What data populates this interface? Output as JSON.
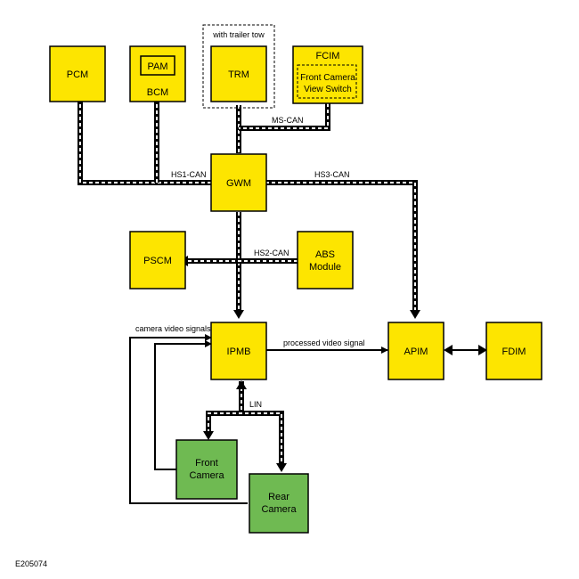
{
  "modules": {
    "pcm": "PCM",
    "pam": "PAM",
    "bcm": "BCM",
    "trm": "TRM",
    "trailer_note": "with trailer tow",
    "fcim": "FCIM",
    "fcvs_line1": "Front Camera",
    "fcvs_line2": "View Switch",
    "gwm": "GWM",
    "pscm": "PSCM",
    "abs_line1": "ABS",
    "abs_line2": "Module",
    "ipmb": "IPMB",
    "apim": "APIM",
    "fdim": "FDIM",
    "front_cam_line1": "Front",
    "front_cam_line2": "Camera",
    "rear_cam_line1": "Rear",
    "rear_cam_line2": "Camera"
  },
  "networks": {
    "ms_can": "MS-CAN",
    "hs1_can": "HS1-CAN",
    "hs3_can": "HS3-CAN",
    "hs2_can": "HS2-CAN",
    "lin": "LIN"
  },
  "signals": {
    "processed_video": "processed video signal",
    "camera_video": "camera video signals"
  },
  "figure_id": "E205074",
  "colors": {
    "module_fill": "#fde500",
    "camera_fill": "#6fba52",
    "line": "#000000"
  }
}
